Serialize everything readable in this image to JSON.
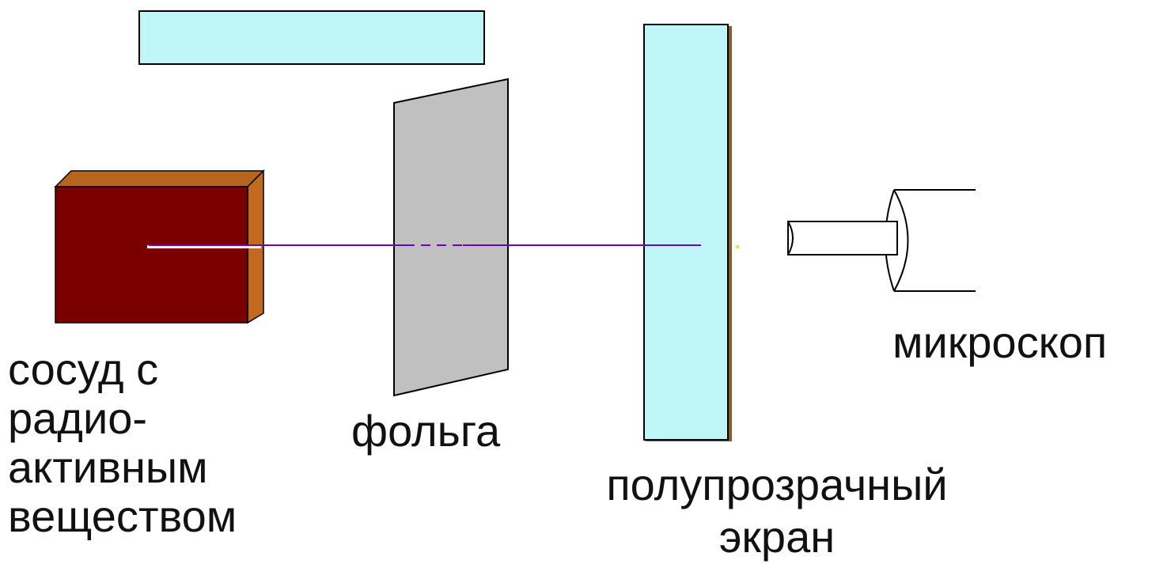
{
  "labels": {
    "source": [
      "сосуд с",
      "радио-",
      "активным",
      "веществом"
    ],
    "foil": "фольга",
    "screen": [
      "полупрозрачный",
      "экран"
    ],
    "microscope": "микроскоп"
  },
  "colors": {
    "top_plate": "#bff6f7",
    "screen": "#bff6f7",
    "screen_shadow": "#8b5a2b",
    "box_front": "#7a0000",
    "box_top": "#b5651d",
    "box_side": "#c26a1f",
    "foil": "#c0c0c0",
    "beam": "#6a00cc",
    "outline": "#000000"
  }
}
